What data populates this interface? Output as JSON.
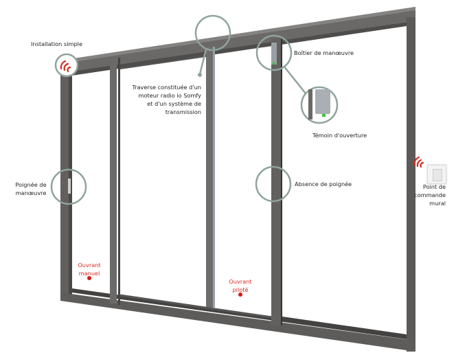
{
  "labels": {
    "installation": "Installation simple",
    "traverse": [
      "Traverse constituée d'un",
      "moteur radio io Somfy",
      "et d'un système de",
      "transmission"
    ],
    "boitier": "Boîtier de manœuvre",
    "temoin": "Témoin d'ouverture",
    "poignee": [
      "Poignée de",
      "manœuvre"
    ],
    "absence": "Absence de poignée",
    "point": [
      "Point de",
      "commande",
      "mural"
    ],
    "ouvrant_manuel": [
      "Ouvrant",
      "manuel"
    ],
    "ouvrant_pilote": [
      "Ouvrant",
      "piloté"
    ]
  },
  "colors": {
    "frame": "#5e5c5a",
    "callout": "#8fa39c",
    "accent": "#d42a1f",
    "indicator": "#3cc43c"
  }
}
